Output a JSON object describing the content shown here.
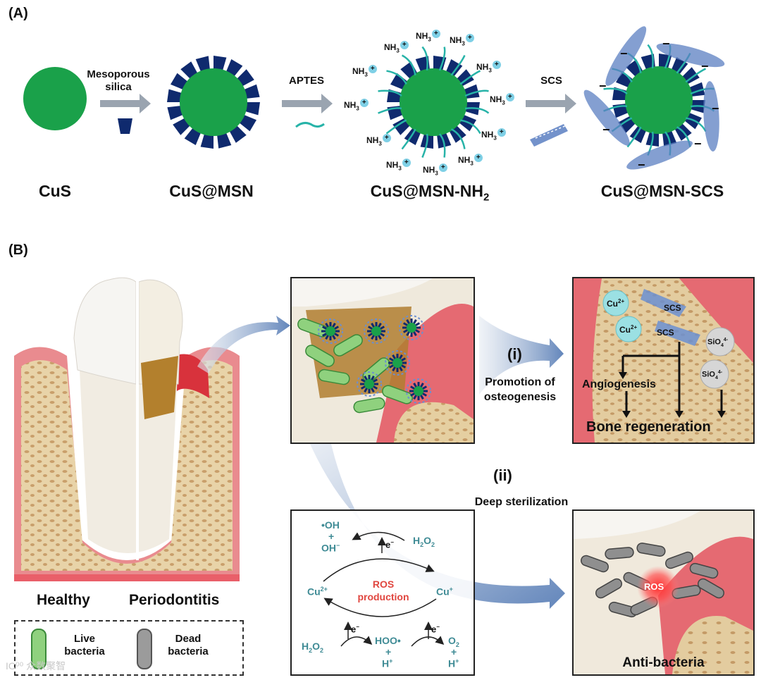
{
  "panel_a": {
    "label": "(A)",
    "steps": {
      "mesoporous": "Mesoporous",
      "silica": "silica",
      "aptes": "APTES",
      "scs": "SCS"
    },
    "names": {
      "cus": "CuS",
      "cus_msn": "CuS@MSN",
      "cus_msn_nh2": "CuS@MSN-NH",
      "nh2_sub": "2",
      "cus_msn_scs": "CuS@MSN-SCS"
    },
    "nh3": "NH",
    "nh3_sub": "3",
    "plus": "+",
    "minus": "−"
  },
  "panel_b": {
    "label": "(B)",
    "healthy": "Healthy",
    "periodontitis": "Periodontitis",
    "legend": {
      "live_1": "Live",
      "live_2": "bacteria",
      "dead_1": "Dead",
      "dead_2": "bacteria"
    },
    "path_i": {
      "num": "(i)",
      "line1": "Promotion of",
      "line2": "osteogenesis"
    },
    "path_ii": {
      "num": "(ii)",
      "line1": "Deep sterilization"
    },
    "bone_box": {
      "cu": "Cu",
      "cu_sup": "2+",
      "scs": "SCS",
      "sio": "SiO",
      "sio_sub": "4",
      "sio_sup": "4-",
      "angiogenesis": "Angiogenesis",
      "bone_regeneration": "Bone regeneration"
    },
    "ros_cycle": {
      "oh_radical": "•OH",
      "plus": "+",
      "oh_minus": "OH",
      "minus_sup": "−",
      "h2o2": "H",
      "sub2": "2",
      "o": "O",
      "e": "e",
      "cu2": "Cu",
      "cu2_sup": "2+",
      "cu1": "Cu",
      "cu1_sup": "+",
      "ros1": "ROS",
      "ros2": "production",
      "hoo": "HOO•",
      "h": "H",
      "h_sup": "+",
      "o2": "O"
    },
    "antibacteria": {
      "ros": "ROS",
      "title": "Anti-bacteria"
    },
    "watermark": "IC⁰⁰ 众数聚智"
  }
}
